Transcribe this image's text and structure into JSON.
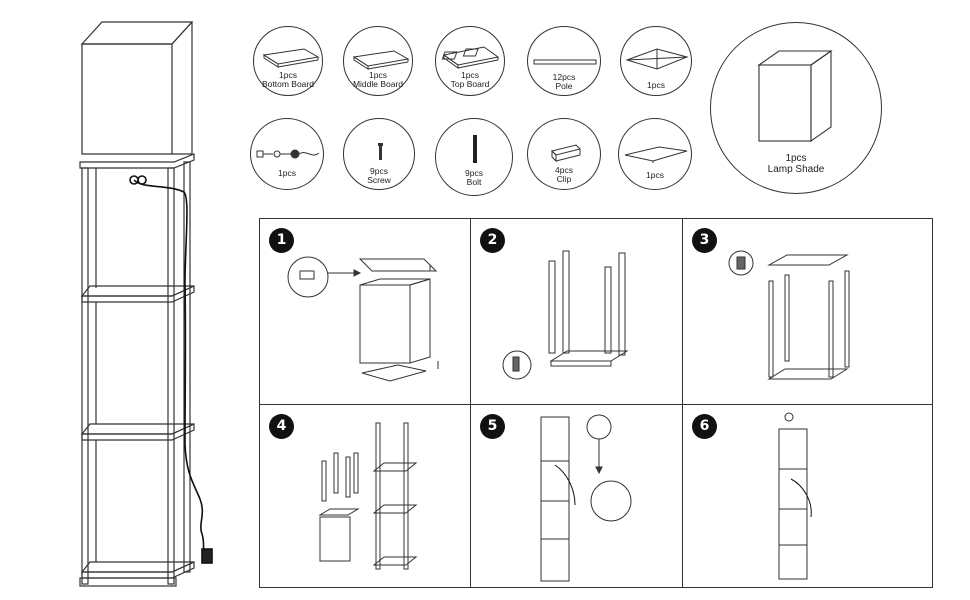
{
  "parts": [
    {
      "id": "bottom-board",
      "qty": "1pcs",
      "name": "Bottom Board"
    },
    {
      "id": "middle-board",
      "qty": "1pcs",
      "name": "Middle Board"
    },
    {
      "id": "top-board",
      "qty": "1pcs",
      "name": "Top Board"
    },
    {
      "id": "pole",
      "qty": "12pcs",
      "name": "Pole"
    },
    {
      "id": "shade-top",
      "qty": "1pcs",
      "name": ""
    },
    {
      "id": "power-cord",
      "qty": "1pcs",
      "name": ""
    },
    {
      "id": "screw",
      "qty": "9pcs",
      "name": "Screw"
    },
    {
      "id": "bolt",
      "qty": "9pcs",
      "name": "Bolt"
    },
    {
      "id": "clip",
      "qty": "4pcs",
      "name": "Clip"
    },
    {
      "id": "shade-bottom",
      "qty": "1pcs",
      "name": ""
    }
  ],
  "lamp_shade": {
    "qty": "1pcs",
    "name": "Lamp Shade"
  },
  "steps": [
    "1",
    "2",
    "3",
    "4",
    "5",
    "6"
  ]
}
